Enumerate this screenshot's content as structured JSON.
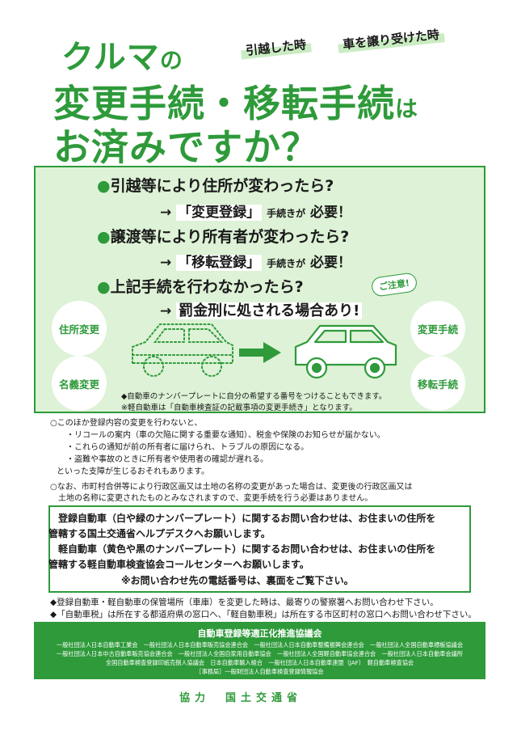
{
  "headline": {
    "line1_main": "クルマ",
    "line1_particle": "の",
    "tag_moving": "引越した時",
    "tag_transfer": "車を譲り受けた時",
    "line2_main": "変更手続・移転手続",
    "line2_particle": "は",
    "line3": "お済みですか？"
  },
  "panel": {
    "q1": "引越等により住所が変わったら?",
    "a1_arrow": "→",
    "a1_reg": "「変更登録」",
    "a1_proc": "手続きが",
    "a1_need": "必要！",
    "q2": "譲渡等により所有者が変わったら?",
    "a2_arrow": "→",
    "a2_reg": "「移転登録」",
    "a2_proc": "手続きが",
    "a2_need": "必要！",
    "q3": "上記手続を行わなかったら?",
    "a3_arrow": "→",
    "a3_penalty": "罰金刑に処される場合あり!",
    "caution": "ご注意!",
    "circle_address": "住所変更",
    "circle_name": "名義変更",
    "circle_change": "変更手続",
    "circle_transfer": "移転手続",
    "note1": "◆自動車のナンバープレートに自分の希望する番号をつけることもできます。",
    "note2": "※軽自動車は「自動車検査証の記載事項の変更手続き」となります。"
  },
  "body": {
    "p1": "○このほか登録内容の変更を行わないと、",
    "b1": "・リコールの案内（車の欠陥に関する重要な通知）、税金や保険のお知らせが届かない。",
    "b2": "・これらの通知が前の所有者に届けられ、トラブルの原因になる。",
    "b3": "・盗難や事故のときに所有者や使用者の確認が遅れる。",
    "p1_end": "といった支障が生じるおそれもあります。",
    "p2a": "○なお、市町村合併等により行政区画又は土地の名称の変更があった場合は、変更後の行政区画又は",
    "p2b": "土地の名称に変更されたものとみなされますので、変更手続を行う必要はありません。"
  },
  "contact": {
    "l1": "登録自動車（白や緑のナンバープレート）に関するお問い合わせは、お住まいの住所を",
    "l2": "管轄する国土交通省ヘルプデスクへお願いします。",
    "l3": "軽自動車（黄色や黒のナンバープレート）に関するお問い合わせは、お住まいの住所を",
    "l4": "管轄する軽自動車検査協会コールセンターへお願いします。",
    "l5": "※お問い合わせ先の電話番号は、裏面をご覧下さい。"
  },
  "bullets": {
    "b1": "◆登録自動車・軽自動車の保管場所（車庫）を変更した時は、最寄りの警察署へお問い合わせ下さい。",
    "b2": "◆「自動車税」は所在する都道府県の窓口へ、「軽自動車税」は所在する市区町村の窓口へお問い合わせ下さい。"
  },
  "footer": {
    "title": "自動車登録等適正化推進協議会",
    "r1": "一般社団法人日本自動車工業会　一般社団法人日本自動車販売協会連合会　一般社団法人日本自動車整備振興会連合会　一般社団法人全国自動車標板協議会",
    "r2": "一般社団法人日本中古自動車販売協会連合会　一般社団法人全国自家用自動車協会　一般社団法人全国軽自動車協会連合会　一般社団法人日本自動車会議所",
    "r3": "全国自動車検査登録印紙売捌人協議会　日本自動車輸入組合　一般社団法人日本自動車連盟（JAF）　軽自動車検査協会",
    "r4": "［事務局］一般財団法人自動車検査登録情報協会"
  },
  "cooperation": "協力　国土交通省",
  "colors": {
    "accent": "#2e9a3a",
    "panel_bg": "#ddf2d6",
    "highlight": "#c9ecc2"
  }
}
